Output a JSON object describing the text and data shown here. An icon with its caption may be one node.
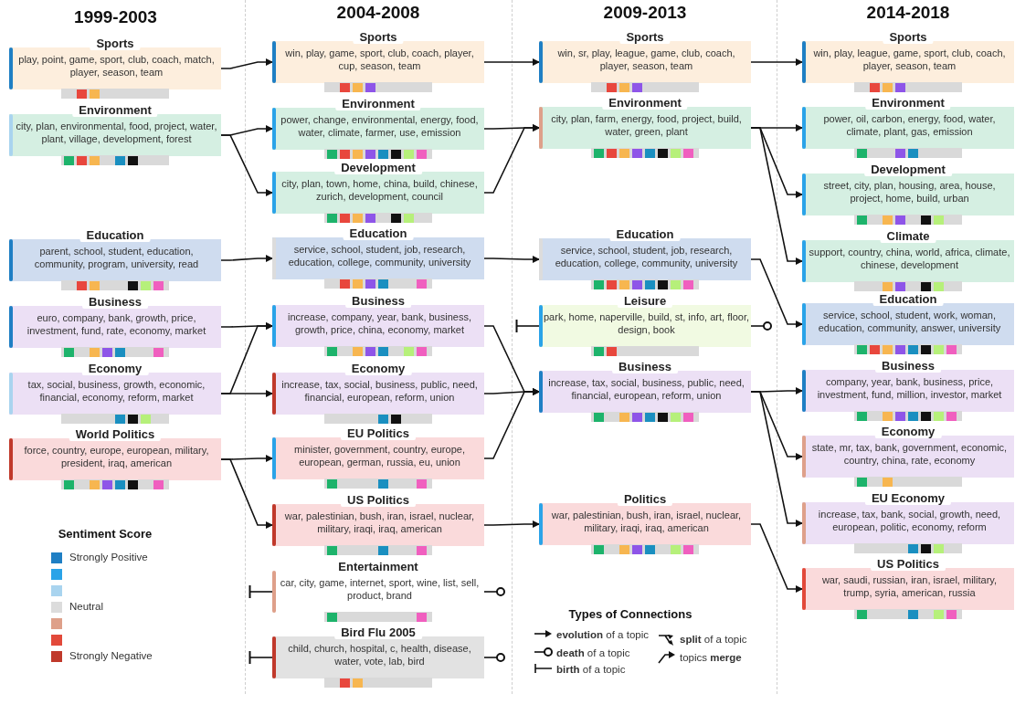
{
  "diagram": {
    "nodes": [
      {
        "text": [
          "Sports",
          "play, point, game, sport, club, coach, match, player, season, team"
        ]
      },
      {
        "text": [
          "Environment",
          "city, plan, environmental, food, project, water, plant, village, development, forest"
        ]
      },
      {
        "text": [
          "Education",
          "parent, school, student, education, community, program, university, read"
        ]
      },
      {
        "text": [
          "Business",
          "euro, company, bank, growth, price, investment, fund, rate, economy, market"
        ]
      },
      {
        "text": [
          "Economy",
          "tax, social, business, growth, economic, financial, economy, reform, market"
        ]
      },
      {
        "text": [
          "World Politics",
          "force, country, europe, european, military, president, iraq, american"
        ]
      },
      {
        "text": [
          "Sports",
          "win, play, game, sport, club, coach, player, cup, season, team"
        ]
      },
      {
        "text": [
          "Environment",
          "power, change, environmental, energy, food, water, climate, farmer, use, emission"
        ]
      },
      {
        "text": [
          "Development",
          "city, plan, town, home, china, build, chinese, zurich, development, council"
        ]
      },
      {
        "text": [
          "Education",
          "service, school, student, job, research, education, college, community, university"
        ]
      },
      {
        "text": [
          "Business",
          "increase, company, year, bank, business, growth, price, china, economy, market"
        ]
      },
      {
        "text": [
          "Economy",
          "increase, tax, social, business, public, need, financial, european, reform, union"
        ]
      },
      {
        "text": [
          "EU Politics",
          "minister, government, country, europe, european, german, russia, eu, union"
        ]
      },
      {
        "text": [
          "US Politics",
          "war, palestinian, bush, iran, israel, nuclear, military, iraqi, iraq, american"
        ]
      },
      {
        "text": [
          "Entertainment",
          "car, city, game, internet, sport, wine, list, sell, product, brand"
        ]
      },
      {
        "text": [
          "Bird Flu 2005",
          "child, church, hospital, c, health, disease, water, vote, lab, bird"
        ]
      },
      {
        "text": [
          "Sports",
          "win, sr, play, league, game, club, coach, player, season, team"
        ]
      },
      {
        "text": [
          "Environment",
          "city, plan, farm, energy, food, project, build, water, green, plant"
        ]
      },
      {
        "text": [
          "Education",
          "service, school, student, job, research, education, college, community, university"
        ]
      },
      {
        "text": [
          "Leisure",
          "park, home, naperville, build, st, info, art, floor, design, book"
        ]
      },
      {
        "text": [
          "Business",
          "increase, tax, social, business, public, need, financial, european, reform, union"
        ]
      },
      {
        "text": [
          "Politics",
          "war, palestinian, bush, iran, israel, nuclear, military, iraqi, iraq, american"
        ]
      },
      {
        "text": [
          "Sports",
          "win, play, league, game, sport, club, coach, player, season, team"
        ]
      },
      {
        "text": [
          "Environment",
          "power, oil, carbon, energy, food, water, climate, plant, gas, emission"
        ]
      },
      {
        "text": [
          "Development",
          "street, city, plan, housing, area, house, project, home, build, urban"
        ]
      },
      {
        "text": [
          "Climate",
          "support, country, china, world, africa, climate, chinese, development"
        ]
      },
      {
        "text": [
          "Education",
          "service, school, student, work, woman, education, community, answer, university"
        ]
      },
      {
        "text": [
          "Business",
          "company, year, bank, business, price, investment, fund, million, investor, market"
        ]
      },
      {
        "text": [
          "Economy",
          "state, mr, tax, bank, government, economic, country, china, rate, economy"
        ]
      },
      {
        "text": [
          "EU Economy",
          "increase, tax, bank, social, growth, need, european, politic, economy, reform"
        ]
      },
      {
        "text": [
          "US Politics",
          "war, saudi, russian, iran, israel, military, trump, syria, american, russia"
        ]
      }
    ],
    "edges": [
      {
        "from": 0,
        "to": 6,
        "arrow": "to"
      },
      {
        "from": 1,
        "to": 7,
        "arrow": "to"
      },
      {
        "from": 1,
        "to": 8,
        "arrow": "to"
      },
      {
        "from": 2,
        "to": 9,
        "arrow": "to"
      },
      {
        "from": 3,
        "to": 10,
        "arrow": "to"
      },
      {
        "from": 4,
        "to": 10,
        "arrow": "to"
      },
      {
        "from": 4,
        "to": 11,
        "arrow": "to"
      },
      {
        "from": 5,
        "to": 12,
        "arrow": "to"
      },
      {
        "from": 5,
        "to": 13,
        "arrow": "to"
      },
      {
        "from": null,
        "to": 14,
        "arrow": "other"
      },
      {
        "from": 14,
        "to": null,
        "arrow": "other"
      },
      {
        "from": null,
        "to": 15,
        "arrow": "other"
      },
      {
        "from": 15,
        "to": null,
        "arrow": "other"
      },
      {
        "from": 6,
        "to": 16,
        "arrow": "to"
      },
      {
        "from": 7,
        "to": 17,
        "arrow": "to"
      },
      {
        "from": 8,
        "to": 17,
        "arrow": "to"
      },
      {
        "from": 9,
        "to": 18,
        "arrow": "to"
      },
      {
        "from": 10,
        "to": 20,
        "arrow": "to"
      },
      {
        "from": 11,
        "to": 20,
        "arrow": "to"
      },
      {
        "from": 12,
        "to": 20,
        "arrow": "to"
      },
      {
        "from": 13,
        "to": 21,
        "arrow": "to"
      },
      {
        "from": null,
        "to": 19,
        "arrow": "other"
      },
      {
        "from": 19,
        "to": null,
        "arrow": "other"
      },
      {
        "from": 16,
        "to": 22,
        "arrow": "to"
      },
      {
        "from": 17,
        "to": 23,
        "arrow": "to"
      },
      {
        "from": 17,
        "to": 24,
        "arrow": "to"
      },
      {
        "from": 17,
        "to": 25,
        "arrow": "to"
      },
      {
        "from": 18,
        "to": 26,
        "arrow": "to"
      },
      {
        "from": 20,
        "to": 27,
        "arrow": "to"
      },
      {
        "from": 20,
        "to": 28,
        "arrow": "to"
      },
      {
        "from": 20,
        "to": 29,
        "arrow": "to"
      },
      {
        "from": 21,
        "to": 30,
        "arrow": "to"
      }
    ],
    "labels": [
      "1999-2003",
      "2004-2008",
      "2009-2013",
      "2014-2018",
      "Sentiment Score",
      "Types of Connections"
    ],
    "legend": [
      {
        "text": "Strongly Positive",
        "color": "#1f7fc4"
      },
      {
        "text": "Neutral",
        "color": "#dcdcdc"
      },
      {
        "text": "Strongly Negative",
        "color": "#c0392b"
      },
      {
        "text": "**evolution** of a topic"
      },
      {
        "text": "**death** of a topic"
      },
      {
        "text": "**birth** of a topic"
      },
      {
        "text": "**split** of a topic"
      },
      {
        "text": "topics **merge**"
      }
    ]
  }
}
